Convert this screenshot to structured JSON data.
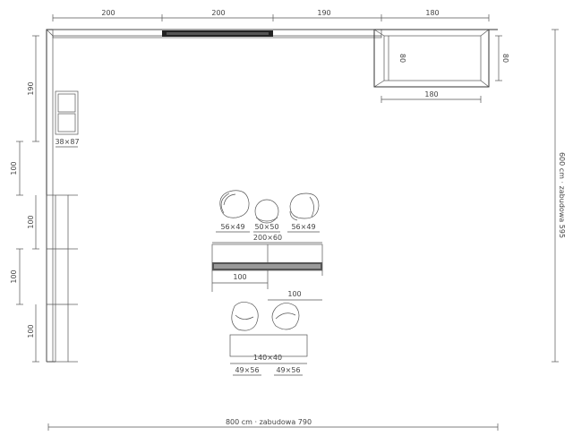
{
  "top_dims": [
    "200",
    "200",
    "190",
    "180"
  ],
  "right_cabinet": {
    "width_top": "180",
    "width_bottom": "180",
    "depth_inner": "80",
    "depth_outer": "80"
  },
  "left_dims": {
    "upper_190": "190",
    "shelf": "38×87",
    "d1": "100",
    "d2": "100",
    "d3": "100",
    "d4": "100"
  },
  "chairs_top": [
    "56×49",
    "50×50",
    "56×49"
  ],
  "table": {
    "size": "200×60",
    "left_section": "100",
    "right_section": "100"
  },
  "chairs_bottom": [
    "49×56",
    "49×56"
  ],
  "bench": {
    "size": "140×40"
  },
  "overall_width": "800 cm · zabudowa 790",
  "overall_height": "600 cm · zabudowa 595"
}
